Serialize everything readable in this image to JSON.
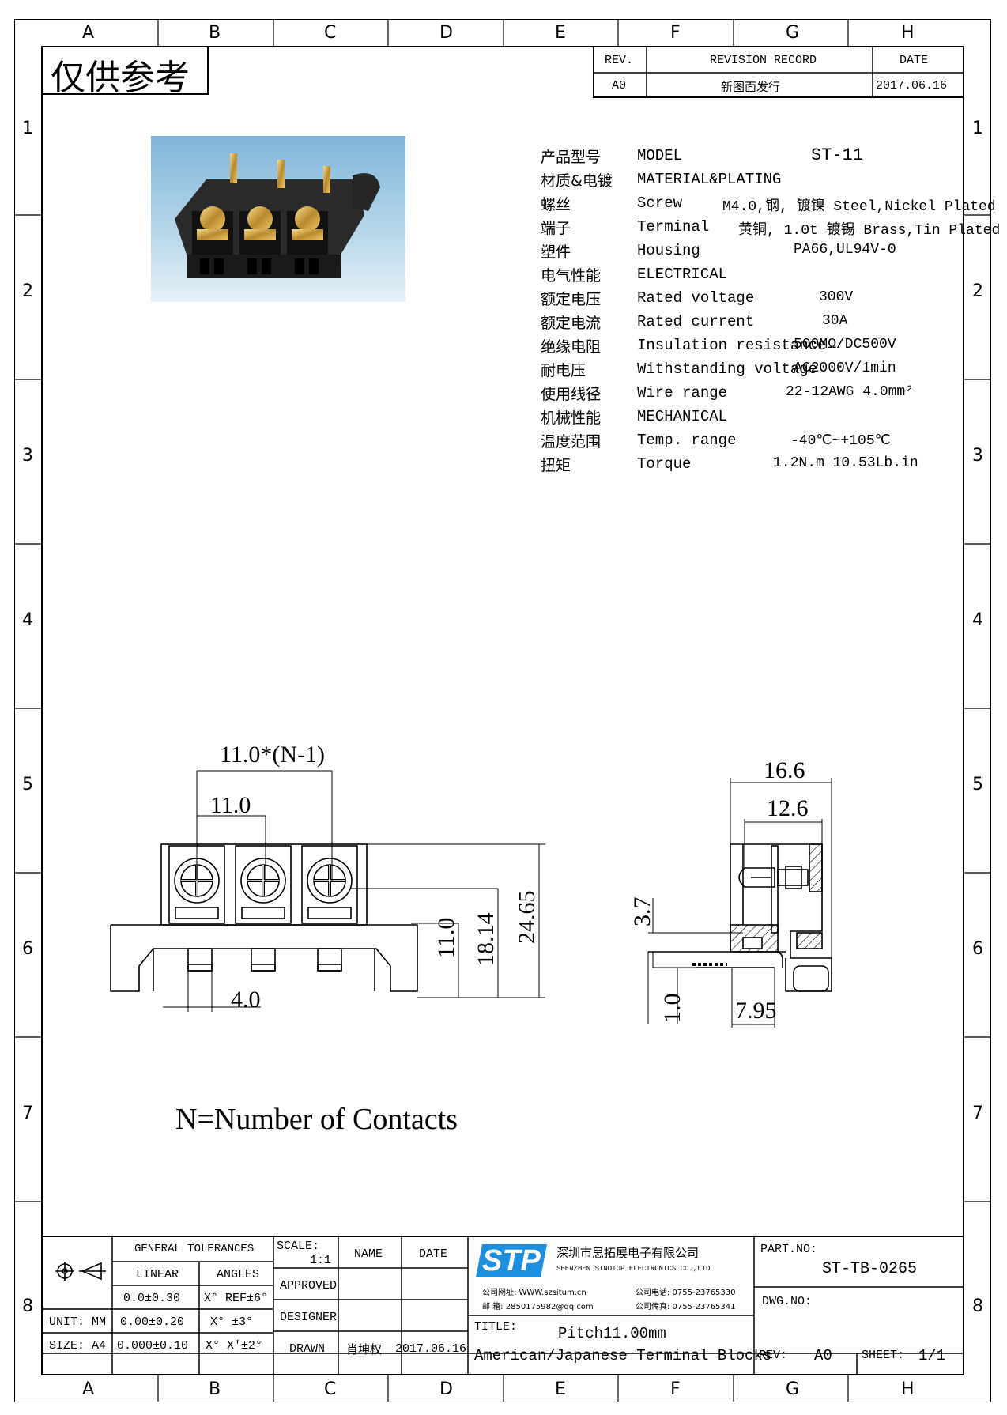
{
  "frame": {
    "col_labels": [
      "A",
      "B",
      "C",
      "D",
      "E",
      "F",
      "G",
      "H"
    ],
    "row_labels": [
      "1",
      "2",
      "3",
      "4",
      "5",
      "6",
      "7",
      "8"
    ]
  },
  "watermark": "仅供参考",
  "revision": {
    "h_rev": "REV.",
    "h_record": "REVISION RECORD",
    "h_date": "DATE",
    "rev": "A0",
    "record": "新图面发行",
    "date": "2017.06.16"
  },
  "specs": [
    {
      "cn": "产品型号",
      "en": "MODEL",
      "val": "ST-11"
    },
    {
      "cn": "材质&电镀",
      "en": "MATERIAL&PLATING",
      "val": ""
    },
    {
      "cn": "螺丝",
      "en": "Screw",
      "val": "M4.0,钢, 镀镍 Steel,Nickel Plated"
    },
    {
      "cn": "端子",
      "en": "Terminal",
      "val": "黄铜, 1.0t 镀锡 Brass,Tin Plated"
    },
    {
      "cn": "塑件",
      "en": "Housing",
      "val": "PA66,UL94V-0"
    },
    {
      "cn": "电气性能",
      "en": "ELECTRICAL",
      "val": ""
    },
    {
      "cn": "额定电压",
      "en": "Rated voltage",
      "val": "300V"
    },
    {
      "cn": "额定电流",
      "en": "Rated current",
      "val": "30A"
    },
    {
      "cn": "绝缘电阻",
      "en": "Insulation resistance",
      "val": "500MΩ/DC500V"
    },
    {
      "cn": "耐电压",
      "en": "Withstanding voltage",
      "val": "AC2000V/1min"
    },
    {
      "cn": "使用线径",
      "en": "Wire range",
      "val": "22-12AWG 4.0mm²"
    },
    {
      "cn": "机械性能",
      "en": "MECHANICAL",
      "val": ""
    },
    {
      "cn": "温度范围",
      "en": "Temp. range",
      "val": "-40℃~+105℃"
    },
    {
      "cn": "扭矩",
      "en": "Torque",
      "val": "1.2N.m  10.53Lb.in"
    }
  ],
  "dims": {
    "pitch_n": "11.0*(N-1)",
    "pitch": "11.0",
    "foot": "4.0",
    "h1": "11.0",
    "h2": "18.14",
    "h3": "24.65",
    "w1": "16.6",
    "w2": "12.6",
    "d1": "3.7",
    "d2": "1.0",
    "d3": "7.95"
  },
  "note": "N=Number of Contacts",
  "titleblock": {
    "gen_tol": "GENERAL TOLERANCES",
    "linear": "LINEAR",
    "angles": "ANGLES",
    "lin1": "0.0±0.30",
    "ang1": "X° REF±6°",
    "lin2": "0.00±0.20",
    "ang2": "X° ±3°",
    "lin3": "0.000±0.10",
    "ang3": "X° X'±2°",
    "unit": "UNIT: MM",
    "size": "SIZE: A4",
    "scale_label": "SCALE:",
    "scale_val": "1:1",
    "name": "NAME",
    "date": "DATE",
    "approved": "APPROVED",
    "designer": "DESIGNER",
    "drawn": "DRAWN",
    "drawn_name": "肖坤权",
    "drawn_date": "2017.06.16",
    "logo": "STP",
    "company_cn": "深圳市思拓展电子有限公司",
    "company_en": "SHENZHEN SINOTOP ELECTRONICS CO.,LTD",
    "contact1_l": "公司网址: WWW.szsitum.cn",
    "contact1_r": "公司电话: 0755-23765330",
    "contact2_l": "邮   箱: 2850175982@qq.com",
    "contact2_r": "公司传真: 0755-23765341",
    "title_label": "TITLE:",
    "title1": "Pitch11.00mm",
    "title2": "American/Japanese Terminal Blocks",
    "part_label": "PART.NO:",
    "part_no": "ST-TB-0265",
    "dwg_label": "DWG.NO:",
    "rev_label": "REV:",
    "rev_val": "A0",
    "sheet_label": "SHEET:",
    "sheet_val": "1/1"
  }
}
